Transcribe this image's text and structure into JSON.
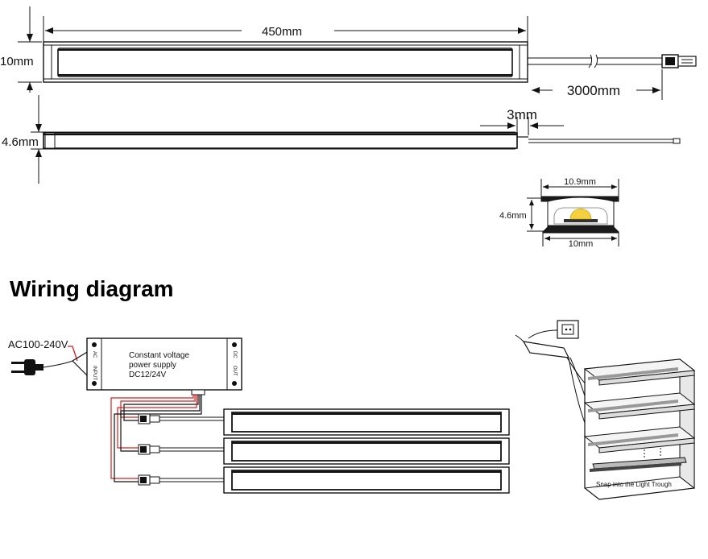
{
  "dimensions": {
    "length": "450mm",
    "height_top": "10mm",
    "cable_length": "3000mm",
    "end_gap": "3mm",
    "depth_side": "4.6mm",
    "profile_width_top": "10.9mm",
    "profile_height": "4.6mm",
    "profile_width_bottom": "10mm"
  },
  "wiring": {
    "section_title": "Wiring diagram",
    "input_voltage": "AC100-240V",
    "psu_line1": "Constant voltage",
    "psu_line2": "power supply",
    "psu_line3": "DC12/24V",
    "psu_ac_tag": "AC",
    "psu_dc_tag": "DC",
    "psu_in_tag": "INPUT",
    "psu_out_tag": "OUT",
    "cabinet_caption": "Snap into the Light Trough"
  },
  "colors": {
    "line": "#111111",
    "wire_red": "#d81e1e",
    "led_yellow": "#f4d03f"
  }
}
